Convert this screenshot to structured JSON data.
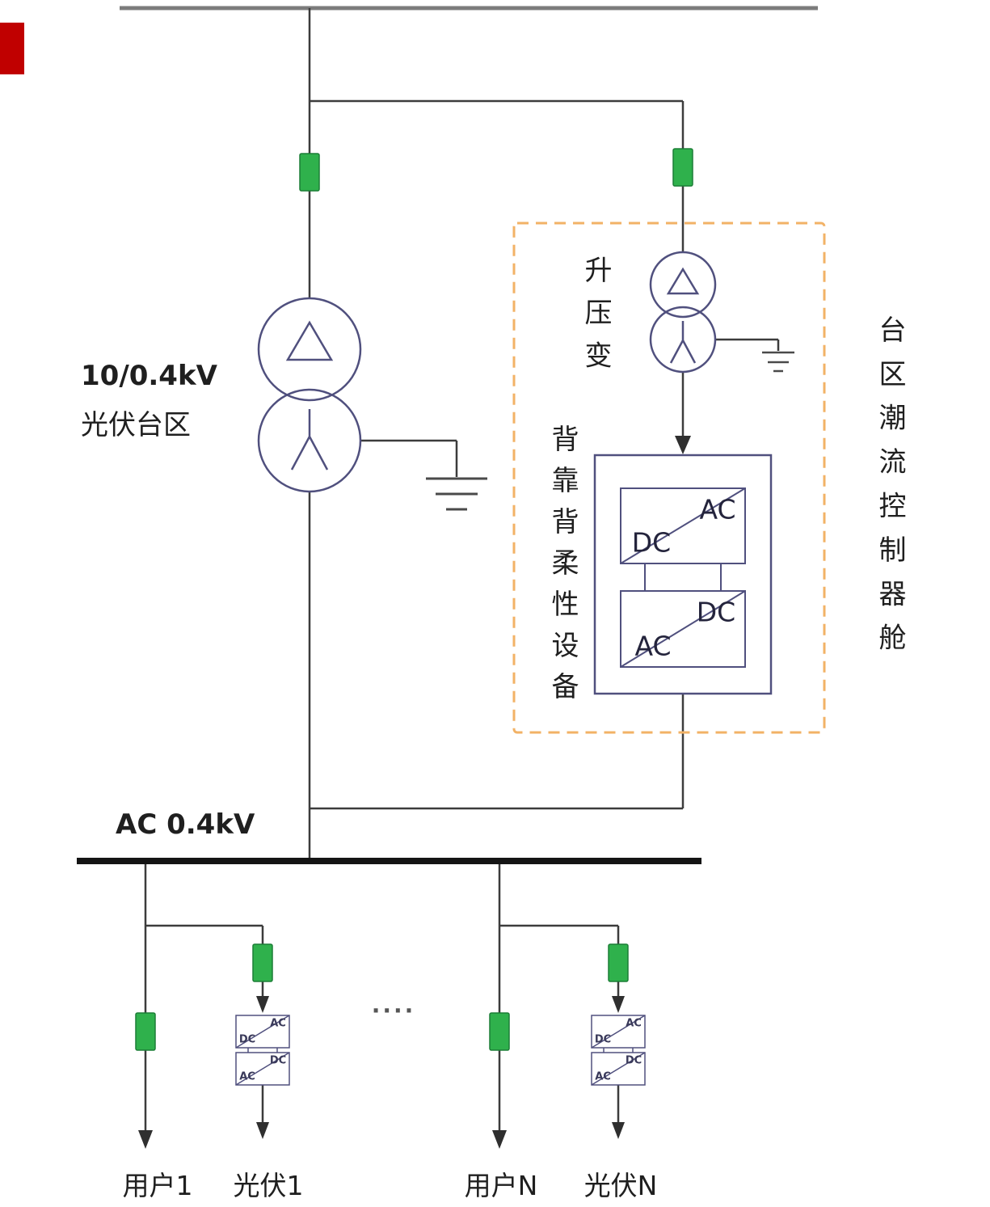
{
  "colors": {
    "top_bus_gray": "#7c7c7c",
    "lv_bus_black": "#141414",
    "wire": "#3c3c3c",
    "transformer_stroke": "#50507e",
    "breaker_fill": "#2fb14c",
    "breaker_stroke": "#1c7e36",
    "dashed_box_orange": "#f2b266",
    "red_artifact": "#c00000",
    "text": "#1f1f1f"
  },
  "labels": {
    "pv_station": {
      "line1": "10/0.4kV",
      "line2": "光伏台区"
    },
    "boost_transformer": "升压变",
    "btb_flexible_device": "背靠背柔性设备",
    "flow_controller_cabin": "台区潮流控制器舱",
    "lv_bus": "AC 0.4kV",
    "ellipsis": "····"
  },
  "btb_converter": {
    "upper": {
      "left": "DC",
      "right": "AC"
    },
    "lower": {
      "left": "AC",
      "right": "DC"
    }
  },
  "pv_converter": {
    "upper": {
      "left": "DC",
      "right": "AC"
    },
    "lower": {
      "left": "AC",
      "right": "DC"
    }
  },
  "feeders": [
    {
      "label": "用户1",
      "type": "user"
    },
    {
      "label": "光伏1",
      "type": "pv"
    },
    {
      "label": "用户N",
      "type": "user"
    },
    {
      "label": "光伏N",
      "type": "pv"
    }
  ]
}
